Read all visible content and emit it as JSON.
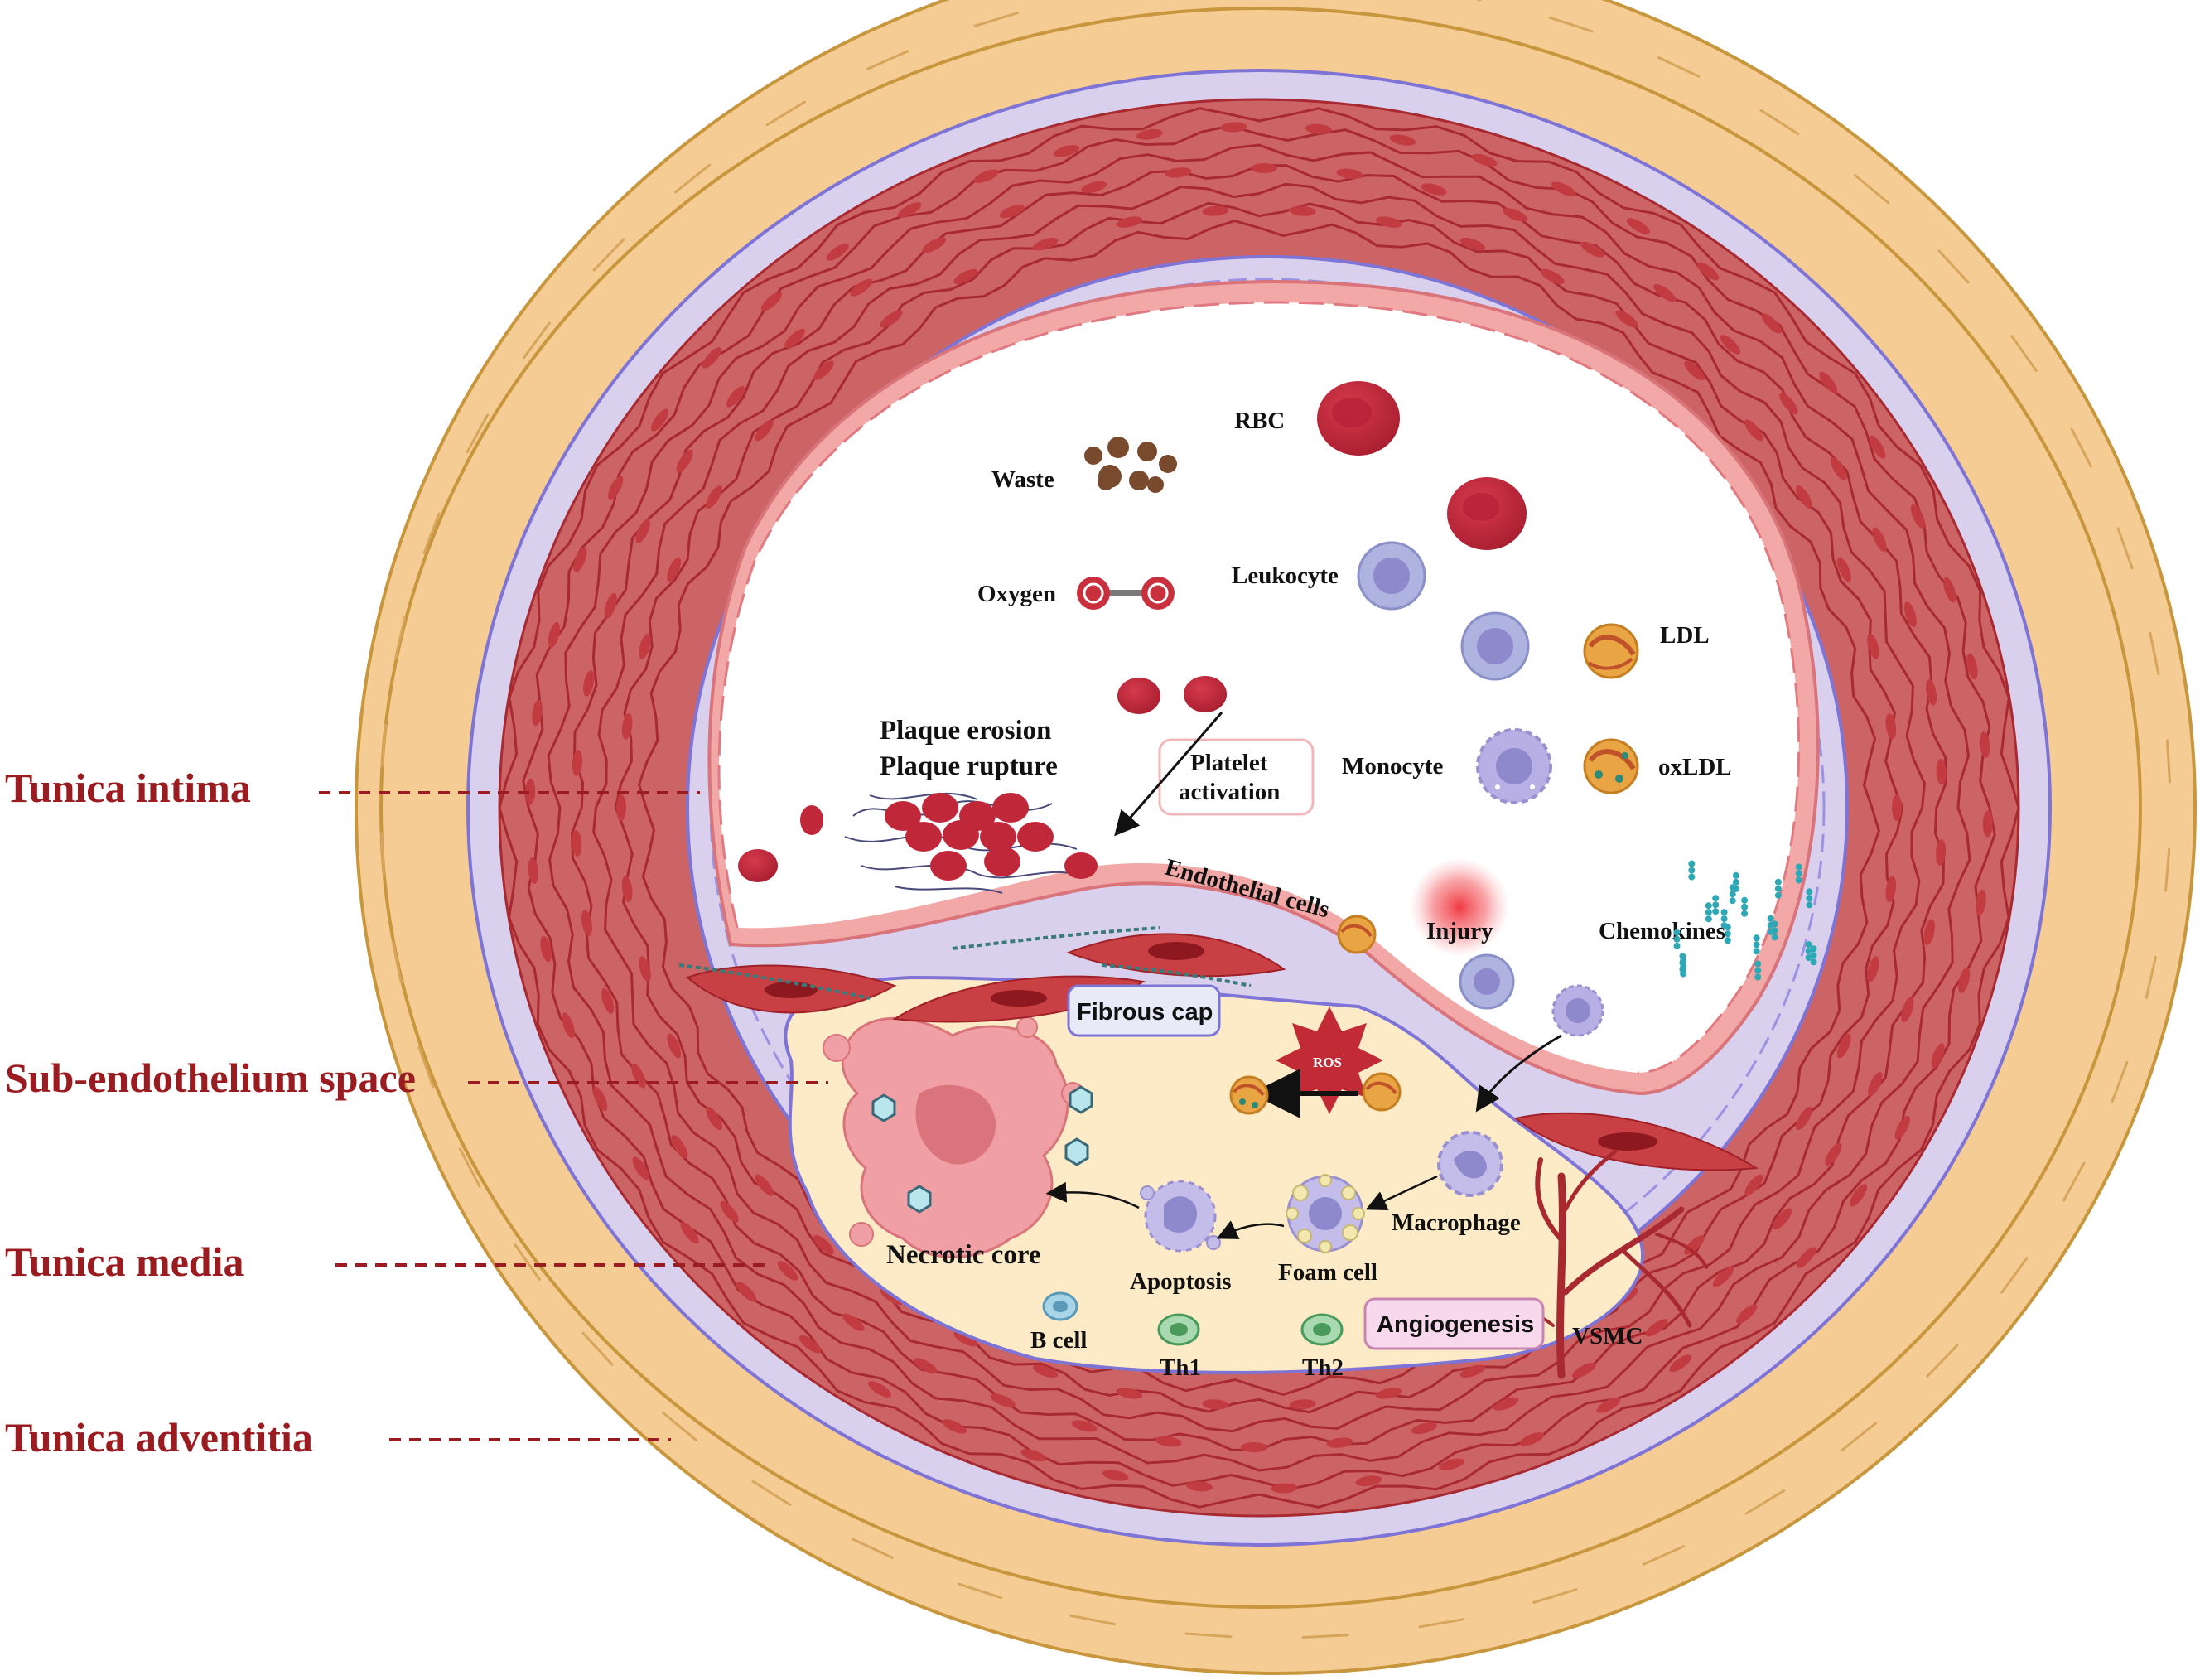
{
  "colors": {
    "adventitia": "#F5CC94",
    "adventitia_stroke": "#C8963C",
    "media": "#CC6466",
    "media_fiber": "#A82A30",
    "media_nucleus": "#C23B41",
    "elastic": "#D9D0EE",
    "elastic_stroke": "#7E74D6",
    "endothelium": "#F1A8A6",
    "plaque": "#FCEBC6",
    "necrotic": "#F0A0A4",
    "side_label": "#9B1C20",
    "rbc": "#C0283A",
    "leukocyte": "#AEB3E0",
    "ldl": "#E9A443"
  },
  "side_labels": {
    "intima": "Tunica intima",
    "subendothelium": "Sub-endothelium space",
    "media": "Tunica media",
    "adventitia": "Tunica adventitia"
  },
  "labels": {
    "waste": "Waste",
    "rbc": "RBC",
    "oxygen": "Oxygen",
    "leukocyte": "Leukocyte",
    "ldl": "LDL",
    "oxldl": "oxLDL",
    "monocyte": "Monocyte",
    "plaque_erosion": "Plaque erosion",
    "plaque_rupture": "Plaque rupture",
    "platelet_line1": "Platelet",
    "platelet_line2": "activation",
    "endothelial_cells": "Endothelial cells",
    "injury": "Injury",
    "chemokines": "Chemokines",
    "fibrous_cap": "Fibrous cap",
    "ros": "ROS",
    "macrophage": "Macrophage",
    "foam_cell": "Foam cell",
    "apoptosis": "Apoptosis",
    "necrotic_core": "Necrotic core",
    "b_cell": "B cell",
    "th1": "Th1",
    "th2": "Th2",
    "angiogenesis": "Angiogenesis",
    "vsmc": "VSMC"
  }
}
